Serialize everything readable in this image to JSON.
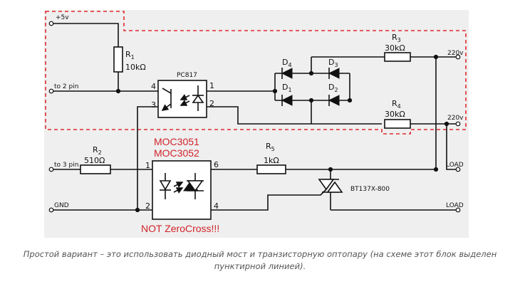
{
  "schematic": {
    "supply_plus": "+5v",
    "r1": {
      "name": "R",
      "sub": "1",
      "value": "10kΩ"
    },
    "pc817": "PC817",
    "in_2pin": "to 2 pin",
    "pin_1": "1",
    "pin_2": "2",
    "pin_3": "3",
    "pin_4": "4",
    "d1": {
      "name": "D",
      "sub": "1"
    },
    "d2": {
      "name": "D",
      "sub": "2"
    },
    "d3": {
      "name": "D",
      "sub": "3"
    },
    "d4": {
      "name": "D",
      "sub": "4"
    },
    "r3": {
      "name": "R",
      "sub": "3",
      "value": "30kΩ"
    },
    "r4": {
      "name": "R",
      "sub": "4",
      "value": "30kΩ"
    },
    "ac_top": "220v",
    "ac_bottom": "220v",
    "in_3pin": "to 3 pin",
    "r2": {
      "name": "R",
      "sub": "2",
      "value": "510Ω"
    },
    "moc_a": "MOC3051",
    "moc_b": "MOC3052",
    "moc_pin_1": "1",
    "moc_pin_2": "2",
    "moc_pin_4": "4",
    "moc_pin_6": "6",
    "r5": {
      "name": "R",
      "sub": "5",
      "value": "1kΩ"
    },
    "triac": "BT137X-800",
    "gnd": "GND",
    "load_top": "LOAD",
    "load_bottom": "LOAD",
    "warning": "NOT ZeroCross!!!"
  },
  "caption": "Простой вариант – это использовать диодный мост и транзисторную оптопару (на схеме этот блок выделен пунктирной линией)."
}
